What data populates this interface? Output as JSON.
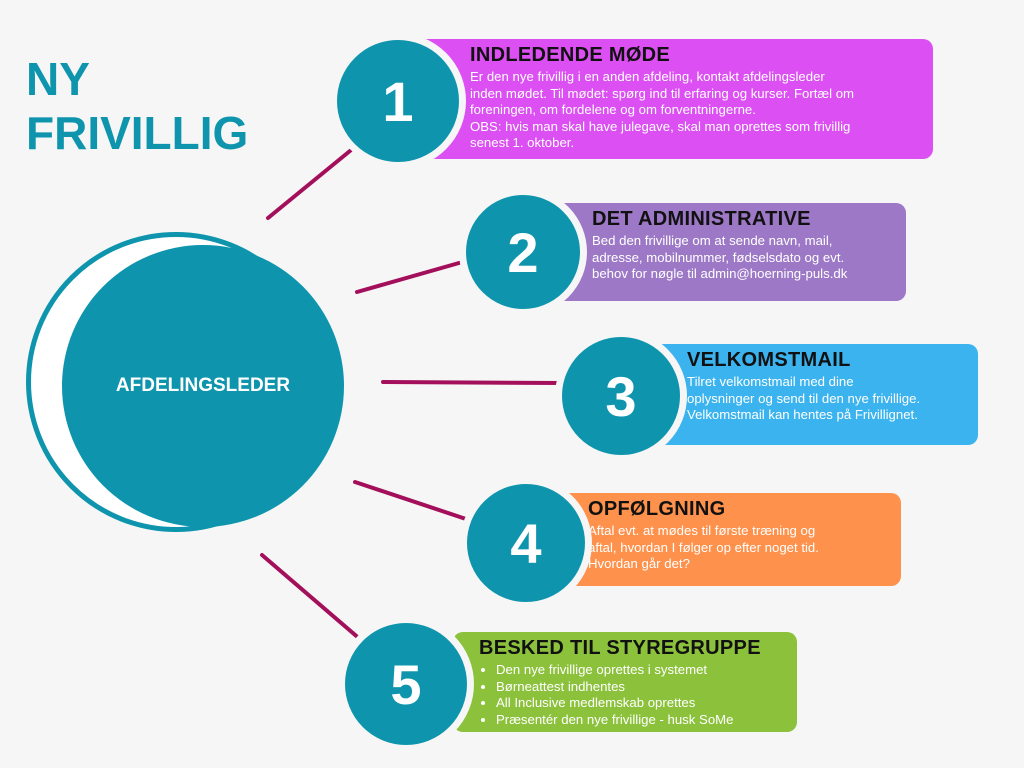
{
  "title_line1": "NY",
  "title_line2": "FRIVILLIG",
  "hub_label": "AFDELINGSLEDER",
  "colors": {
    "teal": "#0e95ad",
    "connector": "#a30f5a",
    "step1": "#dc4ff2",
    "step2": "#9c78c6",
    "step3": "#3bb3ef",
    "step4": "#fe914b",
    "step5": "#8cc13c"
  },
  "steps": [
    {
      "number": "1",
      "heading": "INDLEDENDE MØDE",
      "lines": [
        "Er den nye frivillig i en anden afdeling, kontakt afdelingsleder",
        "inden mødet. Til mødet: spørg ind til erfaring og kurser. Fortæl om",
        "foreningen, om fordelene og om forventningerne.",
        "OBS: hvis man skal have julegave, skal man oprettes som frivillig",
        "senest 1. oktober."
      ]
    },
    {
      "number": "2",
      "heading": "DET ADMINISTRATIVE",
      "lines": [
        "Bed den frivillige om at sende navn, mail,",
        "adresse, mobilnummer, fødselsdato og evt.",
        "behov for nøgle til admin@hoerning-puls.dk"
      ]
    },
    {
      "number": "3",
      "heading": "VELKOMSTMAIL",
      "lines": [
        "Tilret velkomstmail med dine",
        "oplysninger og send til den nye frivillige.",
        "Velkomstmail kan hentes på Frivillignet."
      ]
    },
    {
      "number": "4",
      "heading": "OPFØLGNING",
      "lines": [
        "Aftal evt. at mødes til første træning og",
        "aftal, hvordan I følger op efter noget tid.",
        "Hvordan går det?"
      ]
    },
    {
      "number": "5",
      "heading": "BESKED TIL STYREGRUPPE",
      "bullets": [
        "Den nye frivillige oprettes i systemet",
        "Børneattest indhentes",
        "All Inclusive medlemskab oprettes",
        "Præsentér den nye frivillige - husk SoMe"
      ]
    }
  ]
}
